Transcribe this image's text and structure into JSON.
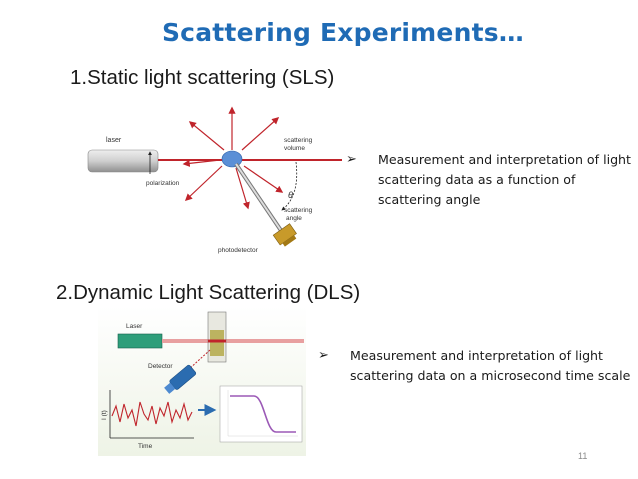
{
  "slide": {
    "title": "Scattering Experiments…",
    "section1_heading": "1.Static light scattering (SLS)",
    "section2_heading": "2.Dynamic Light Scattering (DLS)",
    "bullet_glyph": "➢",
    "bullet1": "Measurement and interpretation of light scattering data as a function of scattering angle",
    "bullet2": "Measurement and interpretation of light scattering data on a microsecond time scale",
    "page_number": "11"
  },
  "sls_figure": {
    "laser_label": "laser",
    "polarization_label": "polarization",
    "scattering_volume_label_line1": "scattering",
    "scattering_volume_label_line2": "volume",
    "scattering_angle_label_line1": "scattering",
    "scattering_angle_label_line2": "angle",
    "theta_label": "θ",
    "photodetector_label": "photodetector"
  },
  "dls_figure": {
    "laser_label": "Laser",
    "detector_label": "Detector",
    "intensity_axis_label": "I (t)",
    "time_axis_label": "Time"
  },
  "colors": {
    "title": "#1f6bb5",
    "laser_beam": "#c0242b",
    "dls_laser_body": "#2e9e7a",
    "detector": "#2b6cb0",
    "intensity_trace": "#c0242b",
    "correlation_curve": "#9b59b6"
  }
}
